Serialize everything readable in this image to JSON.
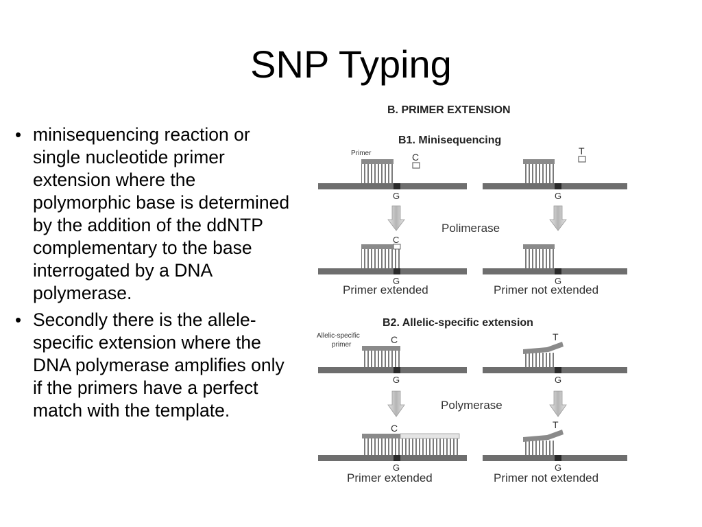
{
  "slide": {
    "title": "SNP Typing",
    "bullets": [
      "minisequencing reaction or single nucleotide primer extension where the polymorphic base is determined by the addition of the ddNTP complementary to the base interrogated by a DNA polymerase.",
      "Secondly there is the allele-specific extension where the DNA polymerase amplifies only if the primers have a perfect match with the template."
    ]
  },
  "figure": {
    "heading": "B.   PRIMER EXTENSION",
    "b1": {
      "title": "B1. Minisequencing",
      "primer_label": "Primer",
      "left_nucleotide": "C",
      "right_nucleotide": "T",
      "template_base": "G",
      "enzyme": "Polimerase",
      "left_result": "Primer extended",
      "right_result": "Primer not extended"
    },
    "b2": {
      "title": "B2. Allelic-specific extension",
      "primer_label_line1": "Allelic-specific",
      "primer_label_line2": "primer",
      "left_nucleotide": "C",
      "right_nucleotide": "T",
      "template_base": "G",
      "enzyme": "Polymerase",
      "left_result": "Primer extended",
      "right_result": "Primer not extended"
    }
  },
  "colors": {
    "strand": "#6e6e6e",
    "primer": "#8a8a8a",
    "arrow": "#bdbdbd",
    "text": "#333333"
  }
}
